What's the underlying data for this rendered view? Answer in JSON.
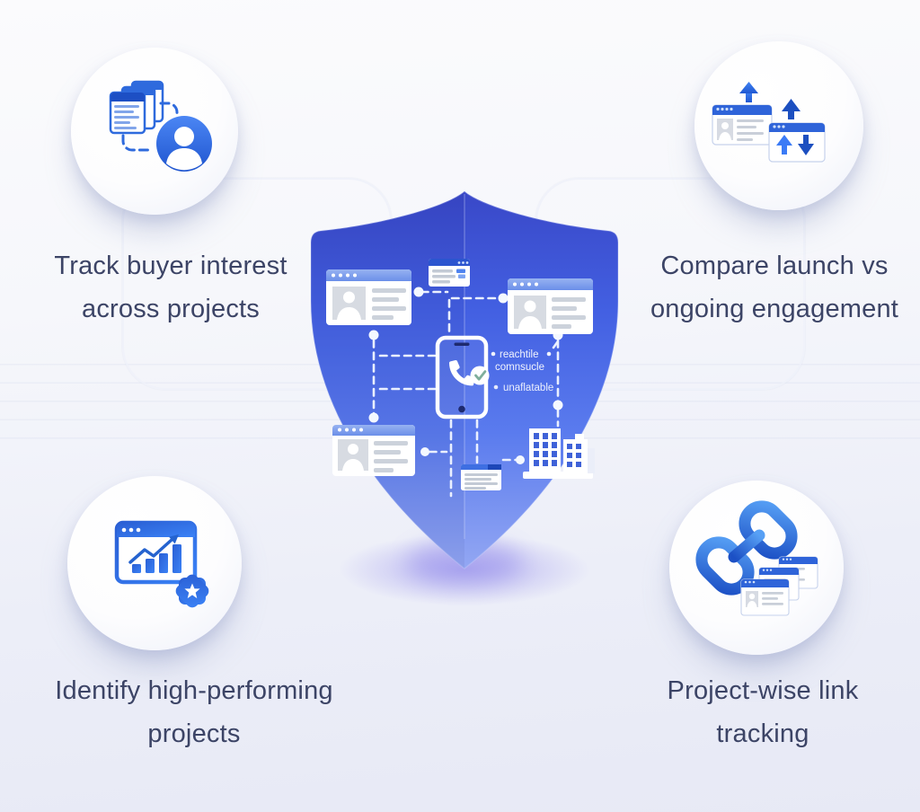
{
  "labels": {
    "top_left": {
      "line1": "Track buyer interest",
      "line2": "across projects"
    },
    "top_right": {
      "line1": "Compare launch vs",
      "line2": "ongoing engagement"
    },
    "bottom_left": {
      "line1": "Identify high-performing",
      "line2": "projects"
    },
    "bottom_right": {
      "line1": "Project-wise link",
      "line2": "tracking"
    }
  },
  "shield_status": {
    "line1": "reachtile",
    "line2": "comnsucle",
    "line3": "unaflatable"
  },
  "icons": {
    "top_left": "buyer-profiles-icon",
    "top_right": "engagement-compare-icon",
    "bottom_left": "performance-chart-icon",
    "bottom_right": "link-tracking-icon",
    "center": "verified-shield-icon"
  },
  "colors": {
    "shield_top": "#3948c8",
    "shield_mid": "#4565e4",
    "shield_bottom": "#93a7f3",
    "accent_blue": "#2e6add",
    "label_text": "#3c4466",
    "bottom_glow": "#a29cee"
  }
}
